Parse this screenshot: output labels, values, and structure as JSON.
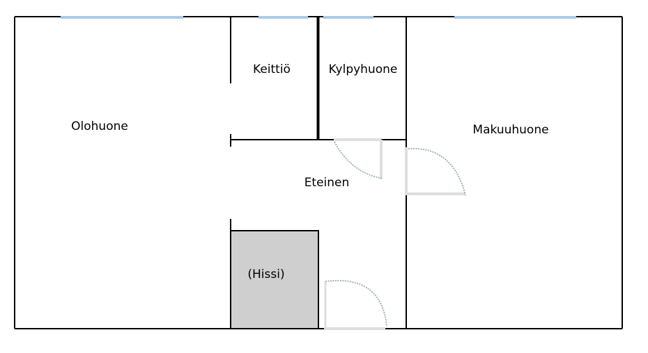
{
  "rooms": {
    "living_room": "Olohuone",
    "kitchen": "Keittiö",
    "bathroom": "Kylpyhuone",
    "bedroom": "Makuuhuone",
    "hallway": "Eteinen",
    "elevator": "(Hissi)"
  },
  "colors": {
    "wall": "#000000",
    "window": "#a9cbe6",
    "door_opening": "#dedede",
    "door_swing": "#9fb4b0",
    "elevator_fill": "#d0cfcf"
  }
}
